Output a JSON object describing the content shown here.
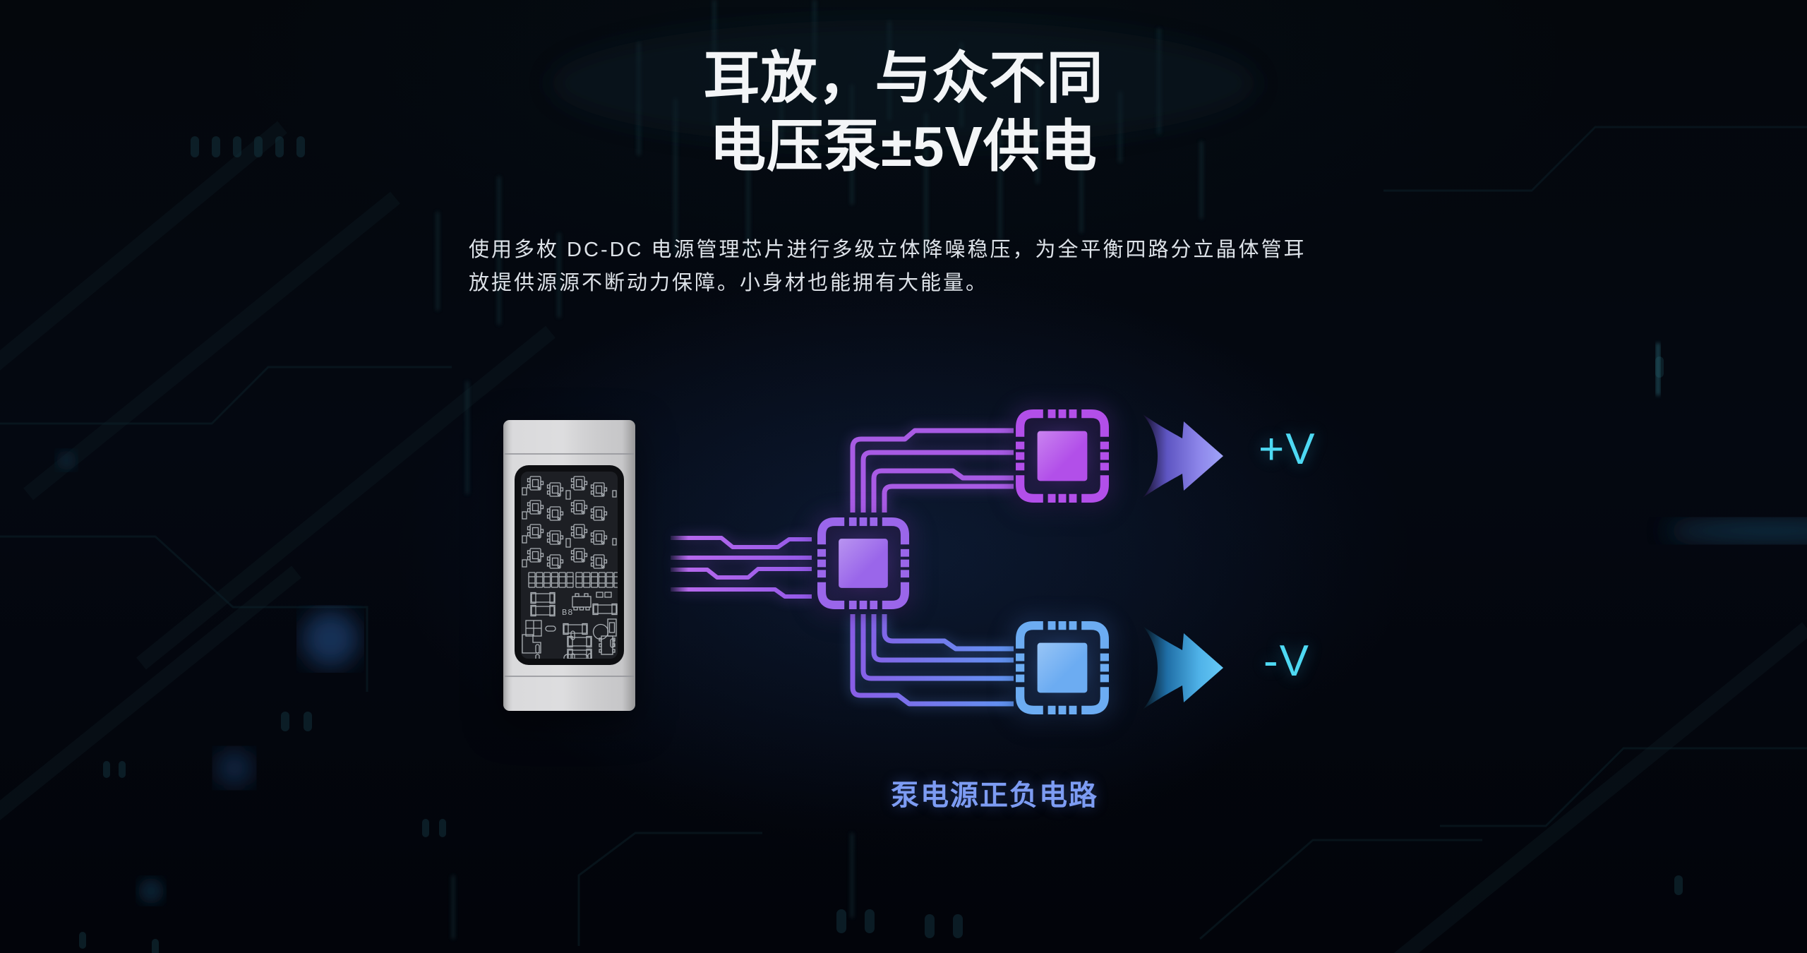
{
  "hero": {
    "title_line1": "耳放，与众不同",
    "title_line2": "电压泵±5V供电",
    "description_line1": "使用多枚 DC-DC 电源管理芯片进行多级立体降噪稳压，为全平衡四路分立晶体管耳",
    "description_line2": "放提供源源不断动力保障。小身材也能拥有大能量。"
  },
  "diagram": {
    "device": {
      "pcb_marking": "B8"
    },
    "outputs": {
      "positive": "+V",
      "negative": "-V"
    },
    "caption": "泵电源正负电路",
    "colors": {
      "accent_cyan": "#4ED9F3",
      "caption_blue": "#7D9CF3",
      "trace_purple": "#A85BE4",
      "trace_blue": "#5E97F2",
      "chip_center_purple": "#9A66EA",
      "chip_top_purple": "#B24FE9",
      "chip_bottom_blue": "#6CACF2",
      "device_body_gray": "#D8D8DA"
    }
  }
}
